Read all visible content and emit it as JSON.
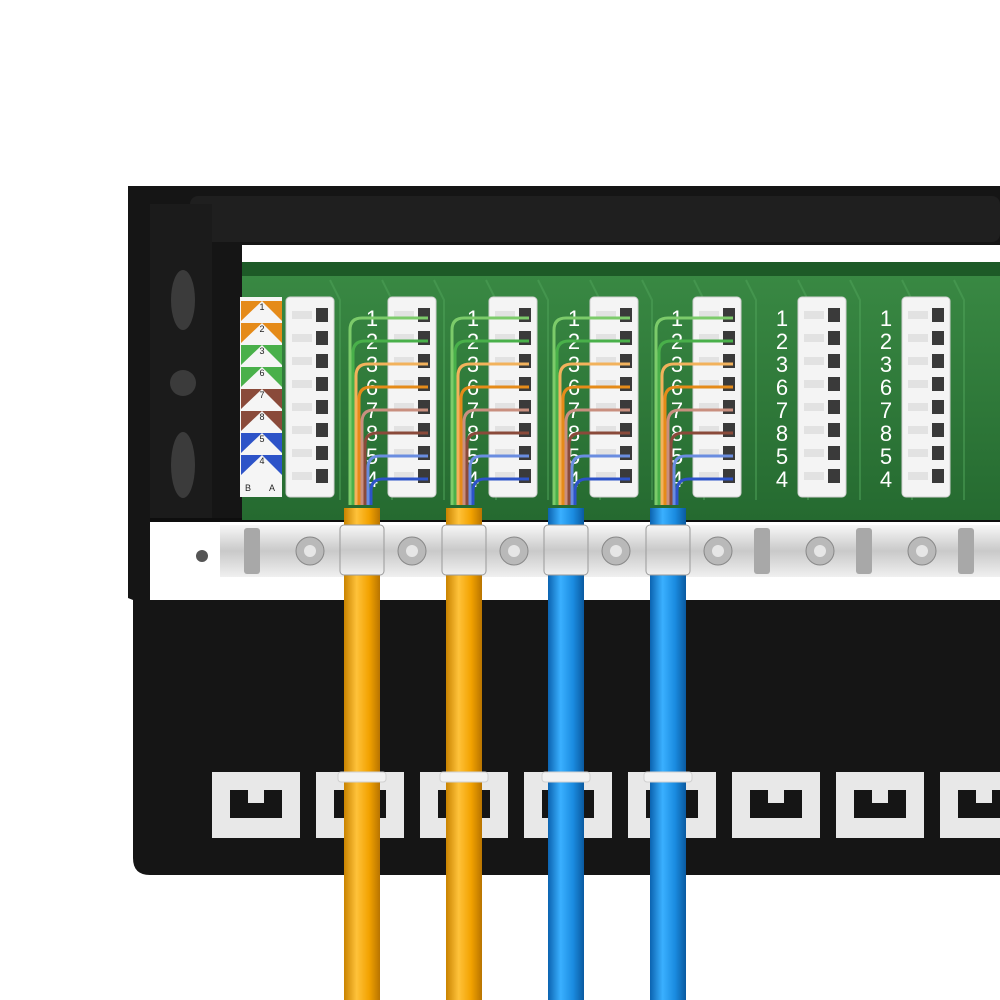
{
  "scene": {
    "subject": "patch-panel",
    "colors": {
      "background": "#ffffff",
      "panel": "#141414",
      "pcb": "#2f7a3a",
      "connector": "#f4f4f4",
      "clip_bar": "#d9d9d9",
      "cable_yellow": "#f0a000",
      "cable_blue": "#1a8be0"
    },
    "color_code_legend": {
      "rows": [
        "1",
        "2",
        "3",
        "6",
        "7",
        "8",
        "5",
        "4"
      ],
      "footer_left": "B",
      "footer_right": "A"
    },
    "block_numbers": [
      "1",
      "2",
      "3",
      "6",
      "7",
      "8",
      "5",
      "4"
    ],
    "cables": [
      {
        "color": "yellow"
      },
      {
        "color": "yellow"
      },
      {
        "color": "blue"
      },
      {
        "color": "blue"
      }
    ],
    "wire_colors": [
      "#7ccb6a",
      "#49b04a",
      "#f2b25c",
      "#e58b19",
      "#c98f7f",
      "#8a4a3a",
      "#6a8de0",
      "#2d53c8"
    ]
  }
}
